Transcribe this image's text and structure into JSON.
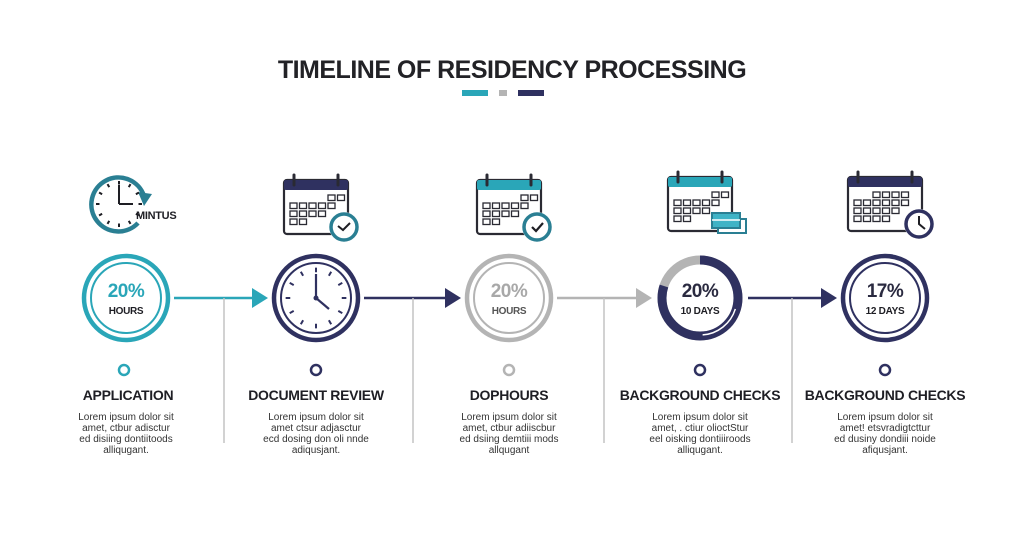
{
  "title": "TIMELINE OF RESIDENCY PROCESSING",
  "colors": {
    "teal": "#2aa6b8",
    "navy": "#2f3160",
    "gray": "#b4b4b4",
    "text": "#1e1e24"
  },
  "title_bar_colors": [
    "#2aa6b8",
    "#b4b4b4",
    "#2f3160"
  ],
  "steps": [
    {
      "title": "APPLICATION",
      "icon": "clock-refresh-icon",
      "icon_label": "MINTUS",
      "circle_value": "20%",
      "circle_unit": "HOURS",
      "circle_style": "double-ring",
      "color": "#2aa6b8",
      "description": [
        "Lorem ipsum dolor sit",
        "amet, ctbur adisctur",
        "ed disiing dontiitoods",
        "alliqugant."
      ]
    },
    {
      "title": "DOCUMENT REVIEW",
      "icon": "calendar-clock-icon",
      "icon_label": "",
      "circle_value": "",
      "circle_unit": "",
      "circle_style": "clock-face",
      "color": "#2f3160",
      "description": [
        "Lorem ipsum dolor sit",
        "amet ctsur adjasctur",
        "ecd dosing don oli nnde",
        "adiqusjant."
      ]
    },
    {
      "title": "DOPHOURS",
      "icon": "calendar-check-icon",
      "icon_label": "",
      "circle_value": "20%",
      "circle_unit": "HOURS",
      "circle_style": "double-ring",
      "color": "#b4b4b4",
      "description": [
        "Lorem ipsum dolor sit",
        "amet, ctbur adiiscbur",
        "ed dsiing demtiii mods",
        "allqugant"
      ]
    },
    {
      "title": "BACKGROUND CHECKS",
      "icon": "calendar-cards-icon",
      "icon_label": "",
      "circle_value": "20%",
      "circle_unit": "10 DAYS",
      "circle_style": "progress-ring",
      "progress_fraction": 0.8,
      "color": "#2f3160",
      "description": [
        "Lorem ipsum dolor sit",
        "amet, . ctiur olioctStur",
        "eel oisking dontiiiroods",
        "alliqugant."
      ]
    },
    {
      "title": "BACKGROUND CHECKS",
      "icon": "calendar-clock-icon",
      "icon_label": "",
      "circle_value": "17%",
      "circle_unit": "12 DAYS",
      "circle_style": "double-ring",
      "color": "#2f3160",
      "description": [
        "Lorem ipsum dolor sit",
        "amet! etsvradigtcttur",
        "ed dusiny dondiii noide",
        "afiqusjant."
      ]
    }
  ],
  "connectors": [
    {
      "from": 0,
      "to": 1,
      "color": "#2aa6b8"
    },
    {
      "from": 1,
      "to": 2,
      "color": "#2f3160"
    },
    {
      "from": 2,
      "to": 3,
      "color": "#b4b4b4"
    },
    {
      "from": 3,
      "to": 4,
      "color": "#2f3160"
    }
  ]
}
